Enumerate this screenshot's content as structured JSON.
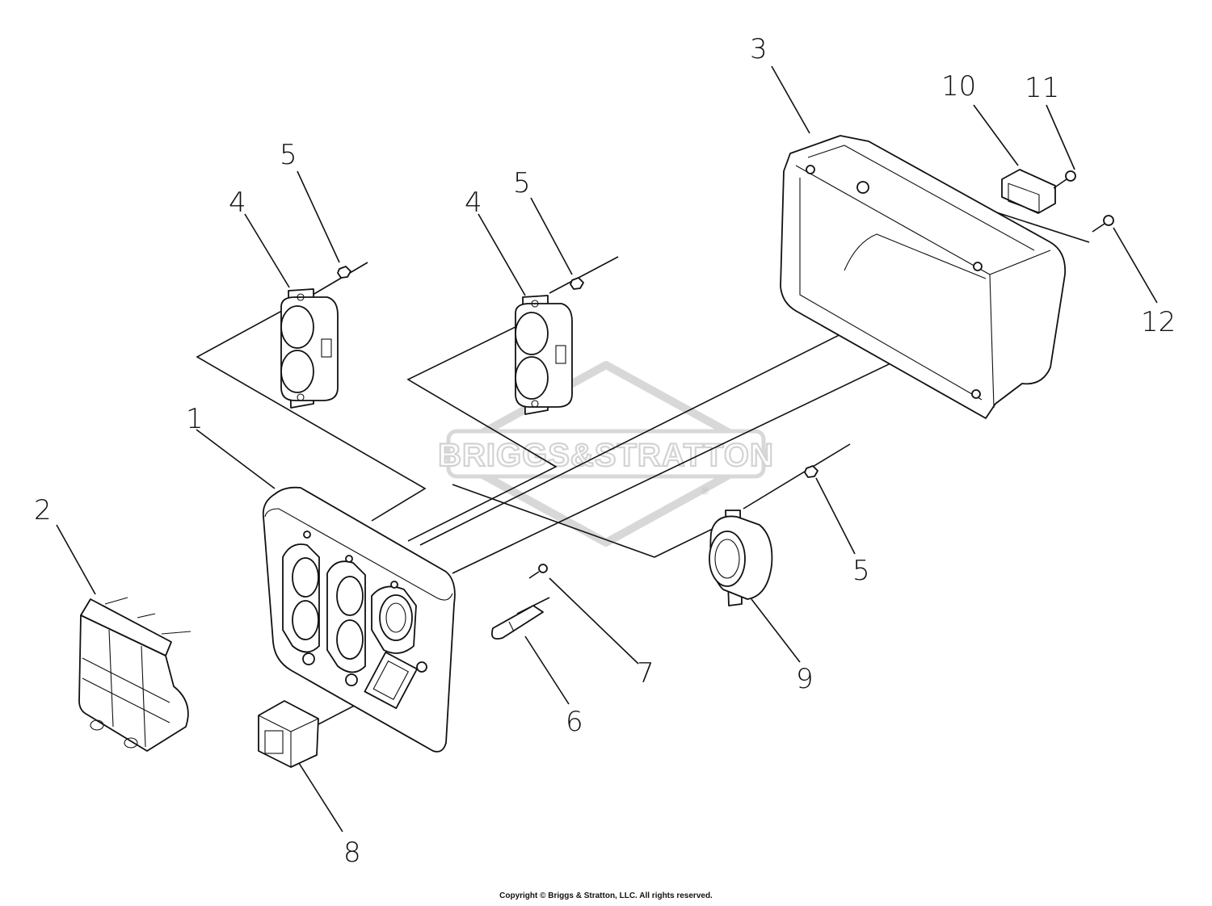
{
  "watermark": {
    "brand_text": "BRIGGS&STRATTON",
    "registered_mark": "®"
  },
  "callouts": [
    {
      "id": "c1",
      "text": "1"
    },
    {
      "id": "c2",
      "text": "2"
    },
    {
      "id": "c3",
      "text": "3"
    },
    {
      "id": "c4a",
      "text": "4"
    },
    {
      "id": "c4b",
      "text": "4"
    },
    {
      "id": "c5a",
      "text": "5"
    },
    {
      "id": "c5b",
      "text": "5"
    },
    {
      "id": "c5c",
      "text": "5"
    },
    {
      "id": "c6",
      "text": "6"
    },
    {
      "id": "c7",
      "text": "7"
    },
    {
      "id": "c8",
      "text": "8"
    },
    {
      "id": "c9",
      "text": "9"
    },
    {
      "id": "c10",
      "text": "10"
    },
    {
      "id": "c11",
      "text": "11"
    },
    {
      "id": "c12",
      "text": "12"
    }
  ],
  "footer": {
    "copyright": "Copyright © Briggs & Stratton, LLC. All rights reserved."
  }
}
